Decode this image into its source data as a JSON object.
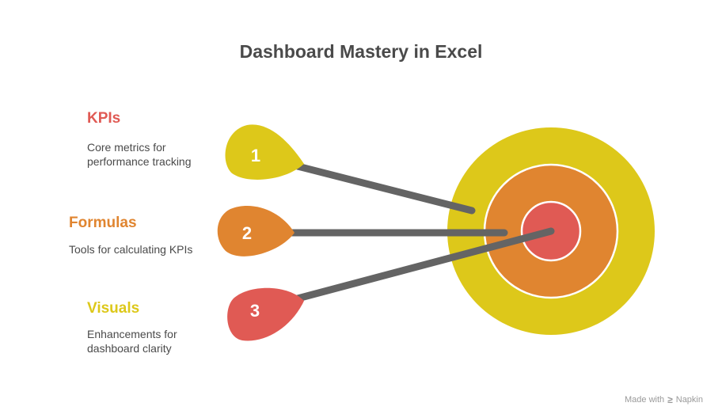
{
  "title": "Dashboard Mastery in Excel",
  "items": [
    {
      "number": "1",
      "heading": "KPIs",
      "description": "Core metrics for performance tracking",
      "color": "#e05a54"
    },
    {
      "number": "2",
      "heading": "Formulas",
      "description": "Tools for calculating KPIs",
      "color": "#e08530"
    },
    {
      "number": "3",
      "heading": "Visuals",
      "description": "Enhancements for dashboard clarity",
      "color": "#ddc81a"
    }
  ],
  "badges": [
    {
      "number": "1",
      "color": "#ddc81a"
    },
    {
      "number": "2",
      "color": "#e08530"
    },
    {
      "number": "3",
      "color": "#e05a54"
    }
  ],
  "target": {
    "outer_color": "#ddc81a",
    "middle_color": "#e08530",
    "inner_color": "#e05a54"
  },
  "arrow_color": "#646464",
  "watermark": {
    "prefix": "Made with",
    "brand": "Napkin"
  }
}
